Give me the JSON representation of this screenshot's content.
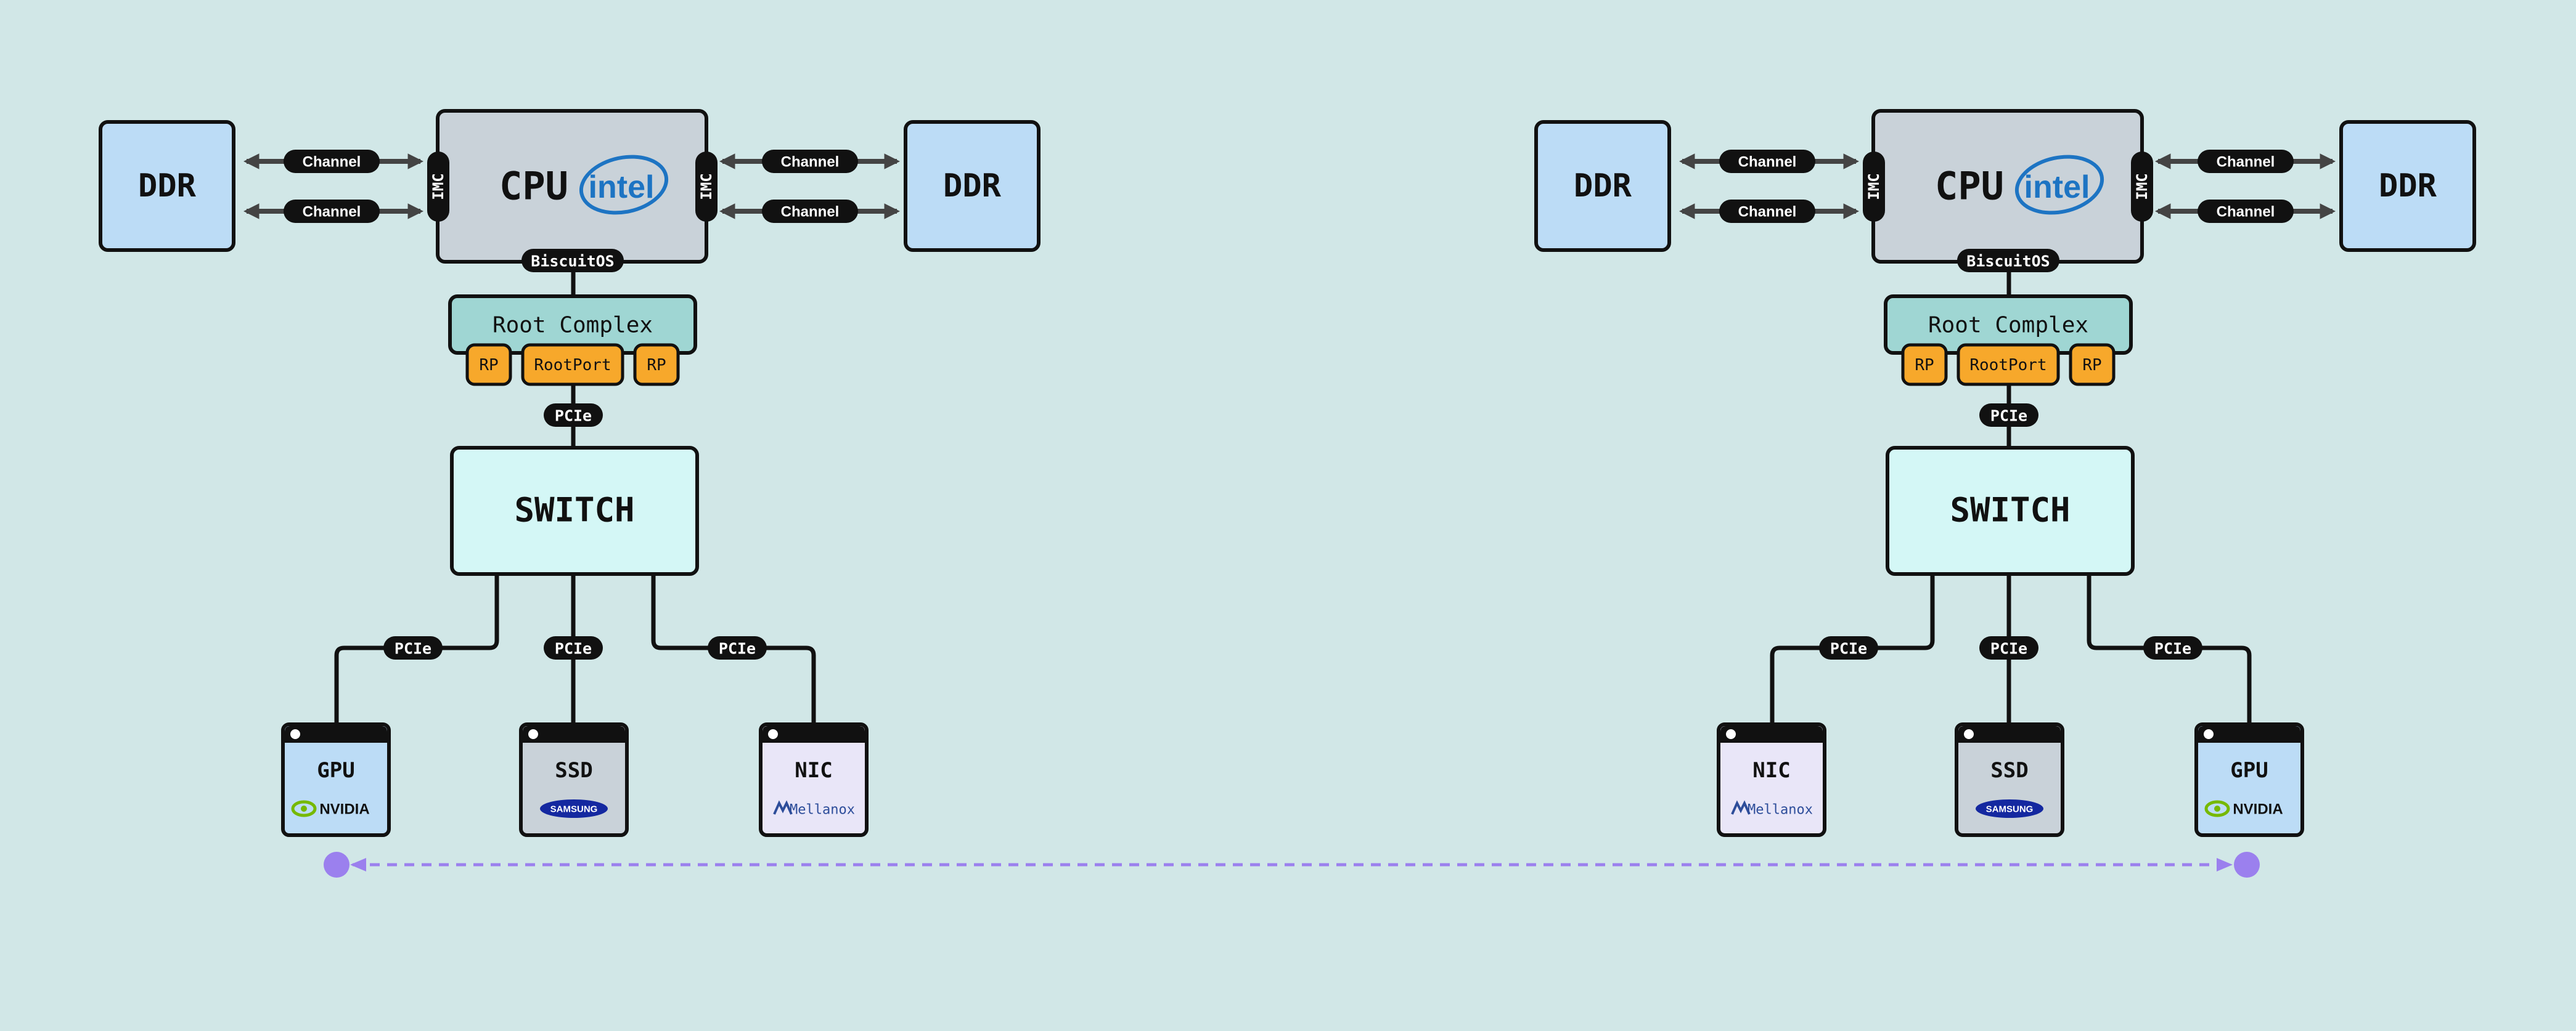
{
  "colors": {
    "background": "#d1e7e7",
    "ddr": "#bcdcf6",
    "cpu": "#c9d2d9",
    "root_complex": "#9fd6d3",
    "root_port": "#f7a82b",
    "switch": "#d4f7f6",
    "gpu_card": "#bcdcf6",
    "ssd_card": "#c9d2d9",
    "nic_card": "#e9e6f8",
    "intel_blue": "#1d74c3",
    "nvidia_green": "#76b900",
    "samsung_blue": "#1428a0",
    "mellanox_blue": "#2d4d9a",
    "link_purple": "#9b80ee",
    "outline": "#111111"
  },
  "nodes": [
    {
      "ddr_left": "DDR",
      "ddr_right": "DDR",
      "channels": [
        "Channel",
        "Channel",
        "Channel",
        "Channel"
      ],
      "cpu_label": "CPU",
      "cpu_logo": "intel",
      "imc_left": "IMC",
      "imc_right": "IMC",
      "firmware": "BiscuitOS",
      "root_complex": "Root Complex",
      "root_ports": [
        "RP",
        "RootPort",
        "RP"
      ],
      "uplink": "PCIe",
      "switch": "SWITCH",
      "downlinks": [
        "PCIe",
        "PCIe",
        "PCIe"
      ],
      "devices": [
        {
          "name": "GPU",
          "vendor": "NVIDIA",
          "kind": "gpu"
        },
        {
          "name": "SSD",
          "vendor": "SAMSUNG",
          "kind": "ssd"
        },
        {
          "name": "NIC",
          "vendor": "Mellanox",
          "kind": "nic"
        }
      ]
    },
    {
      "ddr_left": "DDR",
      "ddr_right": "DDR",
      "channels": [
        "Channel",
        "Channel",
        "Channel",
        "Channel"
      ],
      "cpu_label": "CPU",
      "cpu_logo": "intel",
      "imc_left": "IMC",
      "imc_right": "IMC",
      "firmware": "BiscuitOS",
      "root_complex": "Root Complex",
      "root_ports": [
        "RP",
        "RootPort",
        "RP"
      ],
      "uplink": "PCIe",
      "switch": "SWITCH",
      "downlinks": [
        "PCIe",
        "PCIe",
        "PCIe"
      ],
      "devices": [
        {
          "name": "NIC",
          "vendor": "Mellanox",
          "kind": "nic"
        },
        {
          "name": "SSD",
          "vendor": "SAMSUNG",
          "kind": "ssd"
        },
        {
          "name": "GPU",
          "vendor": "NVIDIA",
          "kind": "gpu"
        }
      ]
    }
  ]
}
